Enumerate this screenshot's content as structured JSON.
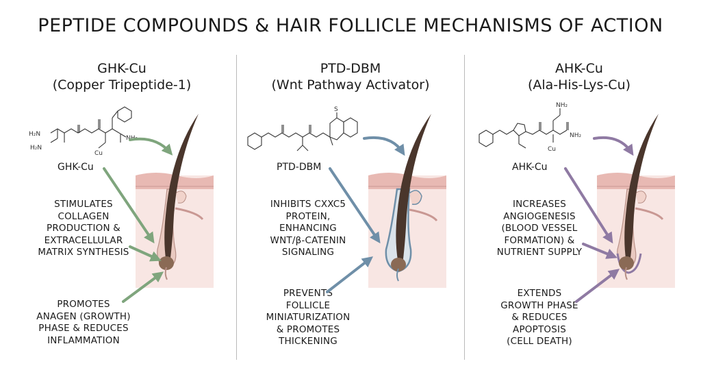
{
  "title": "PEPTIDE COMPOUNDS & HAIR FOLLICLE MECHANISMS OF ACTION",
  "panels": [
    {
      "name": "GHK-Cu",
      "subtitle": "(Copper Tripeptide-1)",
      "molecule_label": "GHK-Cu",
      "structure_labels": [
        "H₂N",
        "H₂N",
        "Cu",
        "NH₂"
      ],
      "mechanism_1": [
        "STIMULATES",
        "COLLAGEN",
        "PRODUCTION &",
        "EXTRACELLULAR",
        "MATRIX SYNTHESIS"
      ],
      "mechanism_2": [
        "PROMOTES",
        "ANAGEN (GROWTH)",
        "PHASE & REDUCES",
        "INFLAMMATION"
      ],
      "accent_color": "#7fa57d"
    },
    {
      "name": "PTD-DBM",
      "subtitle": "(Wnt Pathway Activator)",
      "molecule_label": "PTD-DBM",
      "structure_labels": [
        "S"
      ],
      "mechanism_1": [
        "INHIBITS CXXC5",
        "PROTEIN,",
        "ENHANCING",
        "WNT/β-CATENIN",
        "SIGNALING"
      ],
      "mechanism_2": [
        "PREVENTS",
        "FOLLICLE",
        "MINIATURIZATION",
        "& PROMOTES",
        "THICKENING"
      ],
      "accent_color": "#6f8fa8"
    },
    {
      "name": "AHK-Cu",
      "subtitle": "(Ala-His-Lys-Cu)",
      "molecule_label": "AHK-Cu",
      "structure_labels": [
        "NH₂",
        "NH₂",
        "Cu"
      ],
      "mechanism_1": [
        "INCREASES",
        "ANGIOGENESIS",
        "(BLOOD VESSEL",
        "FORMATION) &",
        "NUTRIENT SUPPLY"
      ],
      "mechanism_2": [
        "EXTENDS",
        "GROWTH PHASE",
        "& REDUCES",
        "APOPTOSIS",
        "(CELL DEATH)"
      ],
      "accent_color": "#8f7aa3"
    }
  ]
}
